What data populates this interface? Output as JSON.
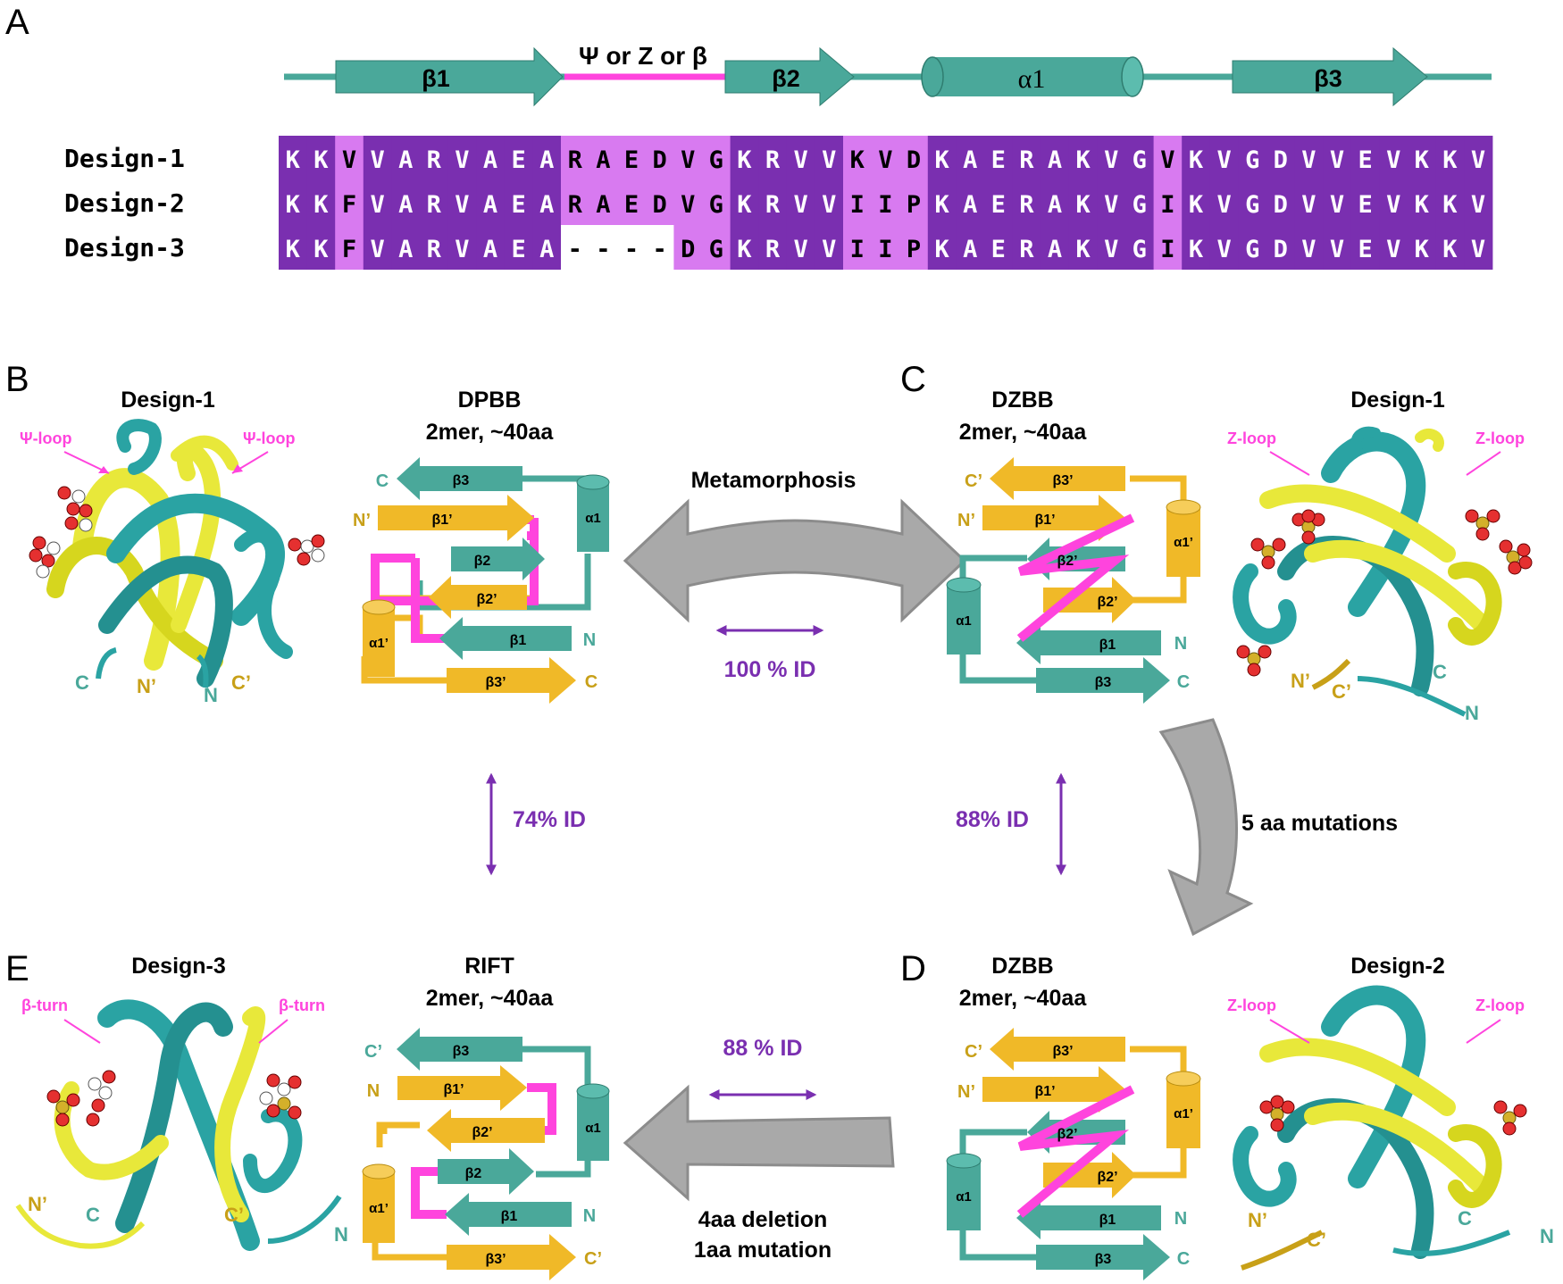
{
  "colors": {
    "teal": "#4aa89a",
    "gold": "#f0b928",
    "magenta": "#ff44dd",
    "purple_dark": "#7a2fb0",
    "purple_light": "#d87af0",
    "arrow_gray": "#a9a9a9",
    "identity_purple": "#7a2fb0",
    "yellow_cartoon": "#e8e83a",
    "cyan_cartoon": "#2aa3a3"
  },
  "panels": {
    "A": "A",
    "B": "B",
    "C": "C",
    "D": "D",
    "E": "E"
  },
  "panel_a": {
    "ss": {
      "b1": "β1",
      "b2": "β2",
      "a1": "α1",
      "b3": "β3",
      "loop": "Ψ or Z or β"
    },
    "alignment": [
      {
        "name": "Design-1",
        "residues": [
          "K",
          "K",
          "V",
          "V",
          "A",
          "R",
          "V",
          "A",
          "E",
          "A",
          "R",
          "A",
          "E",
          "D",
          "V",
          "G",
          "K",
          "R",
          "V",
          "V",
          "K",
          "V",
          "D",
          "K",
          "A",
          "E",
          "R",
          "A",
          "K",
          "V",
          "G",
          "V",
          "K",
          "V",
          "G",
          "D",
          "V",
          "V",
          "E",
          "V",
          "K",
          "K",
          "V"
        ],
        "light": [
          2,
          10,
          11,
          12,
          13,
          14,
          15,
          20,
          21,
          22,
          31
        ]
      },
      {
        "name": "Design-2",
        "residues": [
          "K",
          "K",
          "F",
          "V",
          "A",
          "R",
          "V",
          "A",
          "E",
          "A",
          "R",
          "A",
          "E",
          "D",
          "V",
          "G",
          "K",
          "R",
          "V",
          "V",
          "I",
          "I",
          "P",
          "K",
          "A",
          "E",
          "R",
          "A",
          "K",
          "V",
          "G",
          "I",
          "K",
          "V",
          "G",
          "D",
          "V",
          "V",
          "E",
          "V",
          "K",
          "K",
          "V"
        ],
        "light": [
          2,
          10,
          11,
          12,
          13,
          14,
          15,
          20,
          21,
          22,
          31
        ]
      },
      {
        "name": "Design-3",
        "residues": [
          "K",
          "K",
          "F",
          "V",
          "A",
          "R",
          "V",
          "A",
          "E",
          "A",
          "-",
          "-",
          "-",
          "-",
          "D",
          "G",
          "K",
          "R",
          "V",
          "V",
          "I",
          "I",
          "P",
          "K",
          "A",
          "E",
          "R",
          "A",
          "K",
          "V",
          "G",
          "I",
          "K",
          "V",
          "G",
          "D",
          "V",
          "V",
          "E",
          "V",
          "K",
          "K",
          "V"
        ],
        "light": [
          2,
          14,
          15,
          20,
          21,
          22,
          31
        ]
      }
    ]
  },
  "panel_b": {
    "design": "Design-1",
    "loop_left": "Ψ-loop",
    "loop_right": "Ψ-loop",
    "end_c": "C",
    "end_n_prime": "N’",
    "end_c_prime": "C’",
    "end_n": "N",
    "topology": {
      "title": "DPBB",
      "subtitle": "2mer, ~40aa",
      "b3": "β3",
      "b1p": "β1’",
      "b2": "β2",
      "b2p": "β2’",
      "b1": "β1",
      "b3p": "β3’",
      "a1": "α1",
      "a1p": "α1’",
      "c_top": "C",
      "np": "N’",
      "n": "N",
      "c_bot": "C"
    }
  },
  "panel_c": {
    "design": "Design-1",
    "loop_left": "Z-loop",
    "loop_right": "Z-loop",
    "end_np": "N’",
    "end_cp": "C’",
    "end_c": "C",
    "end_n": "N",
    "topology": {
      "title": "DZBB",
      "subtitle": "2mer, ~40aa",
      "b3p": "β3’",
      "b1p": "β1’",
      "b2p": "β2’",
      "b2pb": "β2’",
      "b1": "β1",
      "b3": "β3",
      "a1": "α1",
      "a1p": "α1’",
      "cp": "C’",
      "np": "N’",
      "n": "N",
      "c": "C"
    }
  },
  "panel_d": {
    "design": "Design-2",
    "loop_left": "Z-loop",
    "loop_right": "Z-loop",
    "end_np": "N’",
    "end_cp": "C’",
    "end_c": "C",
    "end_n": "N",
    "topology": {
      "title": "DZBB",
      "subtitle": "2mer, ~40aa",
      "b3p": "β3’",
      "b1p": "β1’",
      "b2p": "β2’",
      "b2pb": "β2’",
      "b1": "β1",
      "b3": "β3",
      "a1": "α1",
      "a1p": "α1’",
      "cp": "C’",
      "np": "N’",
      "n": "N",
      "c": "C"
    }
  },
  "panel_e": {
    "design": "Design-3",
    "loop_left": "β-turn",
    "loop_right": "β-turn",
    "end_np": "N’",
    "end_c": "C",
    "end_cp": "C’",
    "end_n": "N",
    "topology": {
      "title": "RIFT",
      "subtitle": "2mer, ~40aa",
      "b3": "β3",
      "b1p": "β1’",
      "b2p": "β2’",
      "b2": "β2",
      "b1": "β1",
      "b3p": "β3’",
      "a1": "α1",
      "a1p": "α1’",
      "cp_top": "C’",
      "n_left": "N",
      "n_right": "N",
      "cp_bot": "C’"
    }
  },
  "transitions": {
    "metamorphosis": "Metamorphosis",
    "id_bc": "100 % ID",
    "id_be": "74% ID",
    "id_cd": "88% ID",
    "mutations_cd": "5 aa mutations",
    "id_de": "88 % ID",
    "deletion": "4aa deletion",
    "mutation": "1aa mutation"
  }
}
